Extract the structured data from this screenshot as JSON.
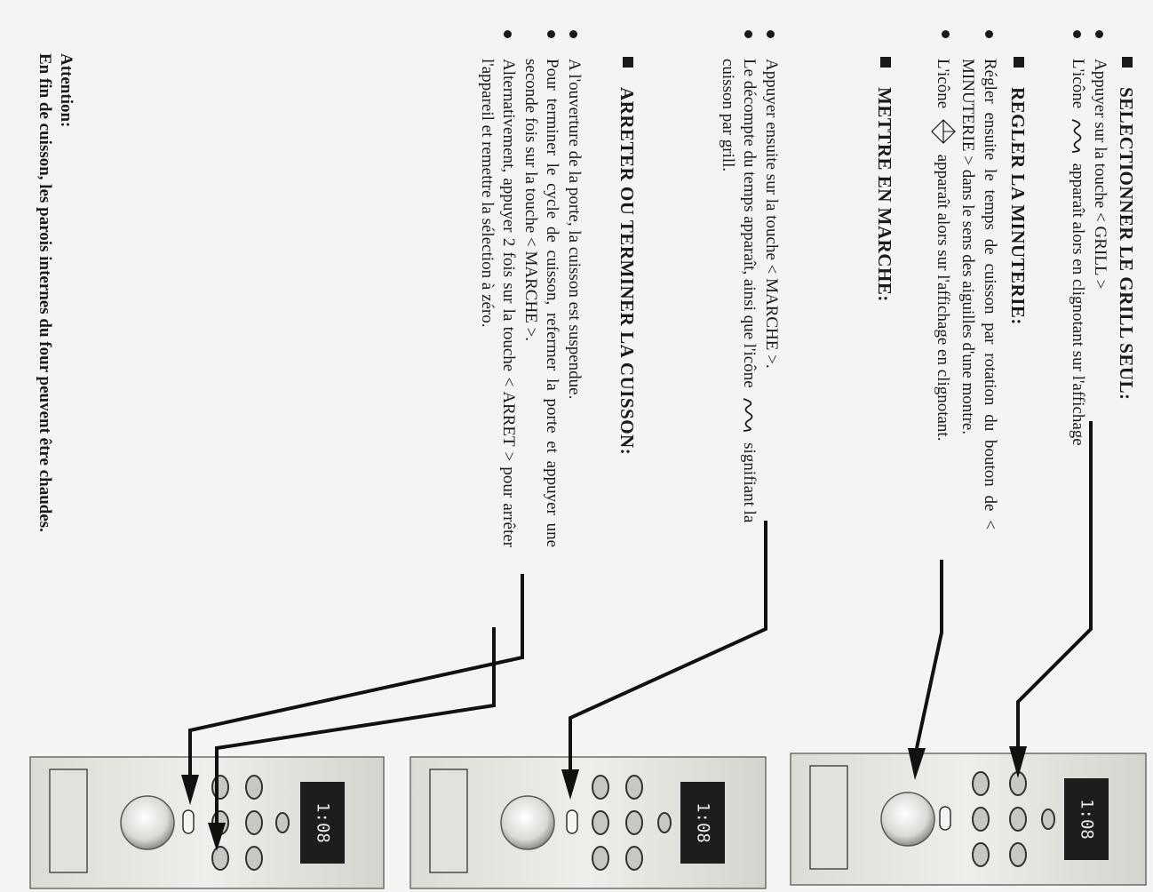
{
  "sections": [
    {
      "title": "SELECTIONNER LE GRILL SEUL:",
      "line1": "Appuyer sur la touche < GRILL >",
      "line2_a": "L'icône",
      "line2_b": "apparaît alors en clignotant sur l'affichage"
    },
    {
      "title": "REGLER LA MINUTERIE:",
      "line1": "Régler ensuite le temps de cuisson par rotation du bouton de < MINUTERIE > dans le sens des aiguilles d'une montre.",
      "line2_a": "L'icône",
      "line2_b": "apparaît alors sur l'affichage en clignotant."
    },
    {
      "title": "METTRE EN MARCHE:",
      "line1": "Appuyer ensuite sur la touche < MARCHE >.",
      "line2_a": "Le décompte du temps apparaît, ainsi que l'icône",
      "line2_b": "signifiant la cuisson par grill."
    },
    {
      "title": "ARRETER OU TERMINER LA CUISSON:",
      "line1": "A l'ouverture de la porte, la cuisson est suspendue.",
      "line2": "Pour terminer le cycle de cuisson, refermer la porte et appuyer une seconde fois sur la touche < MARCHE >.",
      "line3": "Alternativement, appuyer 2 fois sur la touche < ARRET > pour arrêter l'appareil et remettre la sélection à zéro."
    }
  ],
  "attention": {
    "label": "Attention:",
    "text": "En fin de cuisson, les parois internes du four peuvent être chaudes."
  },
  "panels": [
    {
      "display": "1:08"
    },
    {
      "display": "1:08"
    },
    {
      "display": "1:08"
    }
  ]
}
